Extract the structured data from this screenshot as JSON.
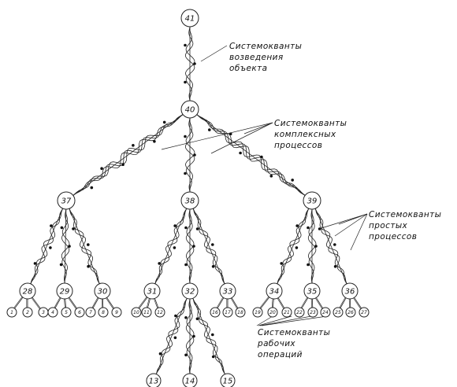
{
  "nodes": {
    "n41": "41",
    "n40": "40",
    "n37": "37",
    "n38": "38",
    "n39": "39",
    "n28": "28",
    "n29": "29",
    "n30": "30",
    "n31": "31",
    "n32": "32",
    "n33": "33",
    "n34": "34",
    "n35": "35",
    "n36": "36",
    "n13": "13",
    "n14": "14",
    "n15": "15",
    "l1": "1",
    "l2": "2",
    "l3": "3",
    "l4": "4",
    "l5": "5",
    "l6": "6",
    "l7": "7",
    "l8": "8",
    "l9": "9",
    "l10": "10",
    "l11": "11",
    "l12": "12",
    "l16": "16",
    "l17": "17",
    "l18": "18",
    "l19": "19",
    "l20": "20",
    "l21": "21",
    "l22": "22",
    "l23": "23",
    "l24": "24",
    "l25": "25",
    "l26": "26",
    "l27": "27"
  },
  "annotations": {
    "construction": [
      "Системокванты",
      "возведения",
      "объекта"
    ],
    "complex": [
      "Системокванты",
      "комплексных",
      "процессов"
    ],
    "simple": [
      "Системокванты",
      "простых",
      "процессов"
    ],
    "operations": [
      "Системокванты",
      "рабочих",
      "операций"
    ]
  }
}
